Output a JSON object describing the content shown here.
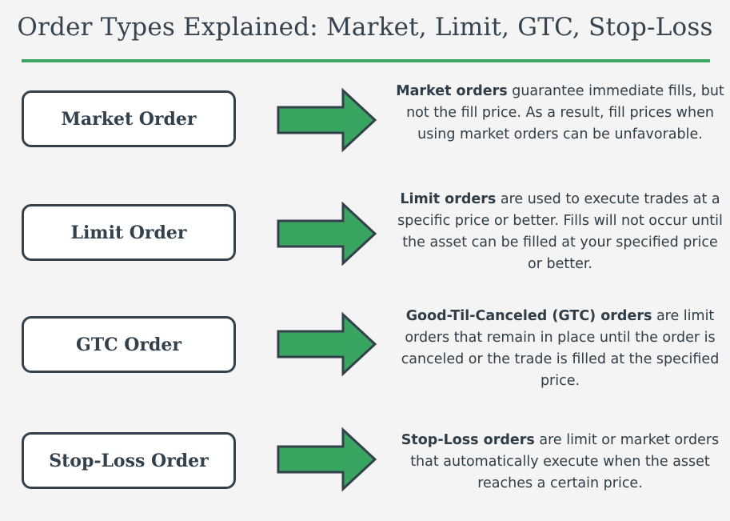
{
  "title": "Order Types Explained: Market, Limit, GTC, Stop-Loss",
  "colors": {
    "accent": "#3aa561",
    "dark": "#33414d",
    "box_fill": "#ffffff",
    "background": "#f4f4f4"
  },
  "rows": [
    {
      "label": "Market Order",
      "desc_bold": "Market orders",
      "desc_rest": " guarantee immediate fills, but not the fill price. As a result, fill prices when using market orders can be unfavorable."
    },
    {
      "label": "Limit Order",
      "desc_bold": "Limit orders",
      "desc_rest": " are used to execute trades at a specific price or better. Fills will not occur until the asset can be filled at your specified price or better."
    },
    {
      "label": "GTC Order",
      "desc_bold": "Good-Til-Canceled (GTC) orders",
      "desc_rest": " are limit orders that remain in place until the order is canceled or the trade is filled at the specified price."
    },
    {
      "label": "Stop-Loss Order",
      "desc_bold": "Stop-Loss orders",
      "desc_rest": " are limit or market orders that automatically execute when the asset reaches a certain price."
    }
  ]
}
